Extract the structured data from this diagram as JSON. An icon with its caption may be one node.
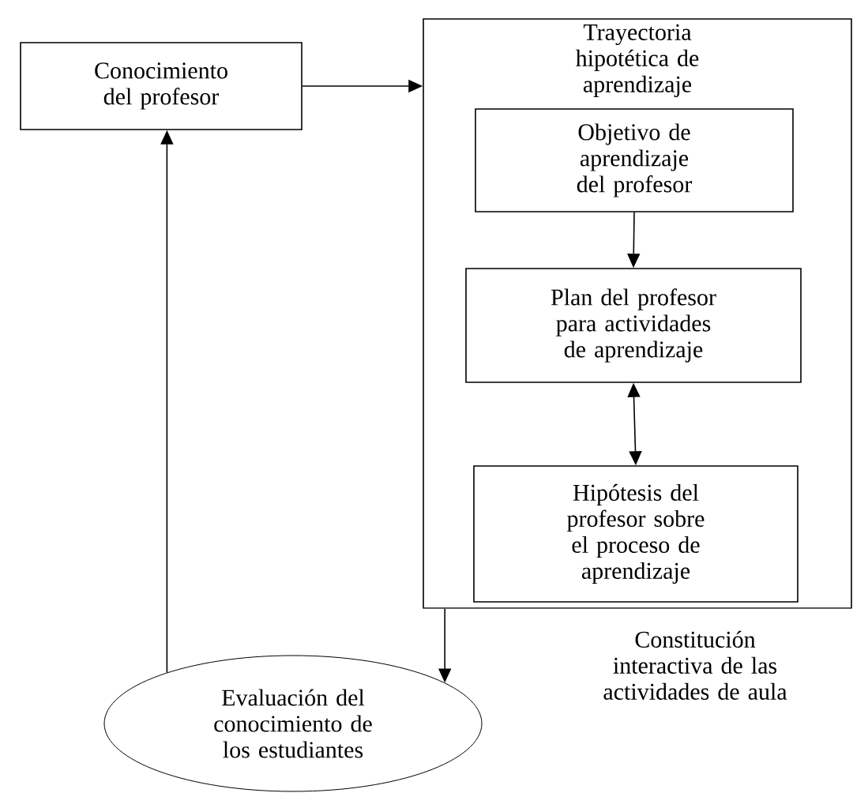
{
  "diagram": {
    "nodes": [
      {
        "text": [
          "Conocimiento del profesor"
        ]
      },
      {
        "text": [
          "Trayectoria hipotética de aprendizaje"
        ],
        "beside": [
          "Constitución interactiva de las actividades de aula"
        ]
      },
      {
        "text": [
          "Objetivo de aprendizaje del profesor"
        ],
        "in": 1
      },
      {
        "text": [
          "Plan del profesor para actividades de aprendizaje"
        ],
        "in": 1
      },
      {
        "text": [
          "Hipótesis del profesor sobre el proceso de aprendizaje"
        ],
        "in": 1
      },
      {
        "text": [
          "Evaluación del conocimiento de los estudiantes"
        ]
      }
    ],
    "edges": [
      {
        "from": 0,
        "to": 1,
        "arrow": "to"
      },
      {
        "from": 2,
        "to": 3,
        "arrow": "to"
      },
      {
        "from": 3,
        "to": 4,
        "arrow": "both"
      },
      {
        "from": 1,
        "to": 5,
        "arrow": "to"
      },
      {
        "from": 5,
        "to": 0,
        "arrow": "to"
      }
    ]
  }
}
